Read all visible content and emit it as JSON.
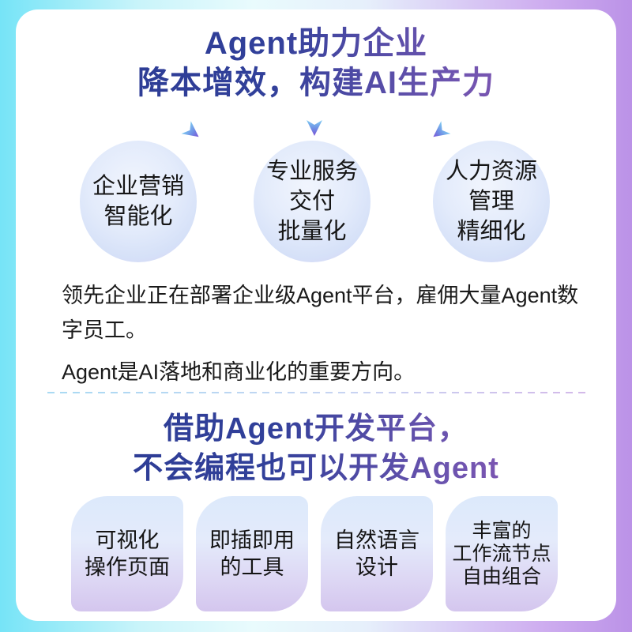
{
  "section1": {
    "title_lines": [
      "Agent助力企业",
      "降本增效，构建AI生产力"
    ],
    "bubbles": [
      {
        "lines": [
          "企业营销",
          "智能化"
        ]
      },
      {
        "lines": [
          "专业服务",
          "交付",
          "批量化"
        ]
      },
      {
        "lines": [
          "人力资源",
          "管理",
          "精细化"
        ]
      }
    ],
    "paragraphs": [
      "领先企业正在部署企业级Agent平台，雇佣大量Agent数字员工。",
      "Agent是AI落地和商业化的重要方向。"
    ]
  },
  "section2": {
    "title_lines": [
      "借助Agent开发平台，",
      "不会编程也可以开发Agent"
    ],
    "cards": [
      {
        "lines": [
          "可视化",
          "操作页面"
        ]
      },
      {
        "lines": [
          "即插即用",
          "的工具"
        ]
      },
      {
        "lines": [
          "自然语言",
          "设计"
        ]
      },
      {
        "lines": [
          "丰富的",
          "工作流节点",
          "自由组合"
        ]
      }
    ]
  },
  "icons": [
    "down-left-arrow",
    "down-arrow",
    "down-right-arrow"
  ],
  "colors": {
    "frame_gradient_left": "#76e4f7",
    "frame_gradient_right": "#bb92e7",
    "panel_background": "#ffffff",
    "title_gradient_start": "#2b3a92",
    "title_gradient_end": "#9a58b6",
    "bubble_fill_top": "#d9e7fb",
    "bubble_fill_bottom": "#d5cdf2",
    "card_fill_top": "#dce9fb",
    "card_fill_bottom": "#d4c6ee",
    "arrow_tail": "#79c7f1",
    "arrow_head": "#7b51d6",
    "body_text": "#1a1a1a"
  }
}
